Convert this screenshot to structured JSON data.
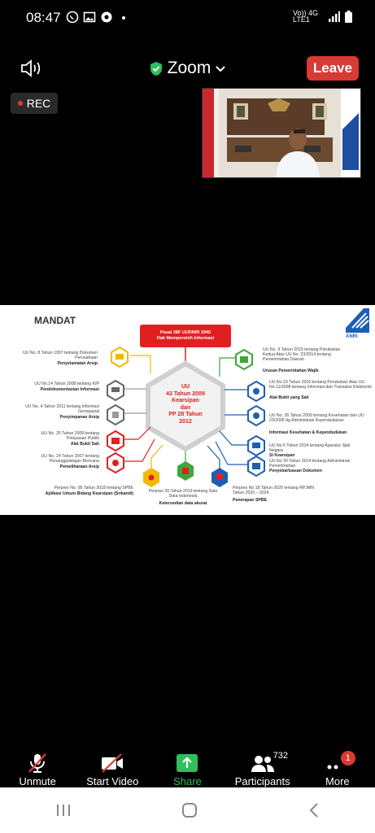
{
  "status": {
    "time": "08:47",
    "network": "Vo)) 4G LTE1"
  },
  "header": {
    "app_title": "Zoom",
    "leave_label": "Leave",
    "rec_label": "REC"
  },
  "slide": {
    "title": "MANDAT",
    "logo_text": "ANRI",
    "top_banner_line1": "Pasal 28F UUDNRI 1945",
    "top_banner_line2": "Hak Memperoleh Informasi",
    "center_lines": [
      "UU",
      "43 Tahun 2009",
      "Kearsipan",
      "dan",
      "PP 28 Tahun",
      "2012"
    ],
    "left_items": [
      {
        "desc": "UU No. 8 Tahun 1997 tentang Dokumen Perusahaan",
        "title": "Penyelamatan Arsip"
      },
      {
        "desc": "UU No.14 Tahun 2008 tentang KIP",
        "title": "Pendokumentasian Informasi"
      },
      {
        "desc": "UU No. 4 Tahun 2011 tentang Informasi Geospasial",
        "title": "Penyimpanan Arsip"
      },
      {
        "desc": "UU No. 25 Tahun 2009 tentang Pelayanan Publik",
        "title": "Alat Bukti Sah"
      },
      {
        "desc": "UU No. 24 Tahun 2007 tentang Penanggulangan Bencana",
        "title": "Pemeliharaan Arsip"
      },
      {
        "desc": "Perpres No. 95 Tahun 2018 tentang SPBE",
        "title": "Aplikasi Umum Bidang Kearsipan (Srikandi)"
      }
    ],
    "right_items": [
      {
        "desc": "UU No. 9 Tahun 2015 tentang Perubahan Kedua Atas UU No. 23/2014 tentang Pemerintahan Daerah",
        "title": "Urusan Pemerintahan Wajib"
      },
      {
        "desc": "UU No.19 Tahun 2016 tentang Perubahan Atas UU No.11/2008 tentang Informasi dan Transaksi Elektronik",
        "title": "Alat Bukti yang Sah"
      },
      {
        "desc": "UU No. 36 Tahun 2009 tentang Kesehatan dan UU 23/2006 ttg Administrasi Kependudukan",
        "title": "Informasi Kesehatan & Kependudukan"
      },
      {
        "desc": "UU No.5 Tahun 2014 tentang Aparatur Sipil Negara",
        "title": "SI Kearsipan"
      },
      {
        "desc": "UU No 30 Tahun 2014 tentang Administrasi Pemerintahan",
        "title": "Penyebarluasan Dokumen"
      },
      {
        "desc": "Perpres No 18 Tahun 2020 tentang RPJMN Tahun 2020 – 2024",
        "title": "Penerapan SPBE"
      }
    ],
    "bottom_center": {
      "desc": "Perpres 39 Tahun 2019 tentang Satu Data Indonesia",
      "title": "Ketersedian data akurat"
    }
  },
  "bottom_bar": {
    "unmute": "Unmute",
    "start_video": "Start Video",
    "share": "Share",
    "participants": "Participants",
    "participants_count": "732",
    "more": "More",
    "more_badge": "1"
  },
  "colors": {
    "leave": "#d83a34",
    "share": "#2fbf5d",
    "banner": "#e02020",
    "accent_yellow": "#f2b900"
  }
}
